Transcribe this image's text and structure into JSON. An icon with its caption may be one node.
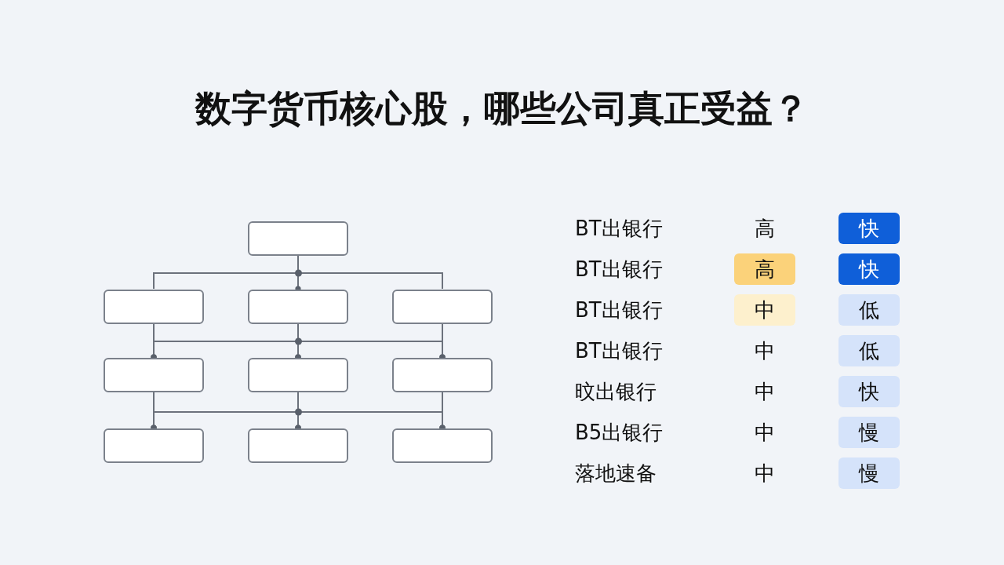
{
  "diagram": {
    "title": "数字货币核心股，哪些公司真正受益？",
    "nodes": [
      {
        "text": [],
        "shape": "box"
      },
      {
        "text": [],
        "shape": "box"
      },
      {
        "text": [],
        "shape": "box"
      },
      {
        "text": [],
        "shape": "box"
      },
      {
        "text": [],
        "shape": "box"
      },
      {
        "text": [],
        "shape": "box"
      },
      {
        "text": [],
        "shape": "box"
      },
      {
        "text": [],
        "shape": "box"
      },
      {
        "text": [],
        "shape": "box"
      },
      {
        "text": [],
        "shape": "box"
      }
    ],
    "edges": [
      {
        "from": 0,
        "to": 1,
        "arrow": "none"
      },
      {
        "from": 0,
        "to": 2,
        "arrow": "other"
      },
      {
        "from": 0,
        "to": 3,
        "arrow": "none"
      },
      {
        "from": 1,
        "to": 4,
        "arrow": "other"
      },
      {
        "from": 1,
        "to": 5,
        "arrow": "other"
      },
      {
        "from": 1,
        "to": 6,
        "arrow": "other"
      },
      {
        "from": 2,
        "to": 4,
        "arrow": "other"
      },
      {
        "from": 2,
        "to": 5,
        "arrow": "other"
      },
      {
        "from": 2,
        "to": 6,
        "arrow": "other"
      },
      {
        "from": 3,
        "to": 4,
        "arrow": "other"
      },
      {
        "from": 3,
        "to": 5,
        "arrow": "other"
      },
      {
        "from": 3,
        "to": 6,
        "arrow": "other"
      },
      {
        "from": 4,
        "to": 7,
        "arrow": "other"
      },
      {
        "from": 4,
        "to": 8,
        "arrow": "other"
      },
      {
        "from": 4,
        "to": 9,
        "arrow": "other"
      },
      {
        "from": 5,
        "to": 7,
        "arrow": "other"
      },
      {
        "from": 5,
        "to": 8,
        "arrow": "other"
      },
      {
        "from": 5,
        "to": 9,
        "arrow": "other"
      },
      {
        "from": 6,
        "to": 7,
        "arrow": "other"
      },
      {
        "from": 6,
        "to": 8,
        "arrow": "other"
      },
      {
        "from": 6,
        "to": 9,
        "arrow": "other"
      }
    ],
    "labels": [
      "BT出银行",
      "高",
      "快",
      "BT出银行",
      "高",
      "快",
      "BT出银行",
      "中",
      "低",
      "BT出银行",
      "中",
      "低",
      "旼出银行",
      "中",
      "快",
      "B5出银行",
      "中",
      "慢",
      "落地速备",
      "中",
      "慢"
    ]
  }
}
